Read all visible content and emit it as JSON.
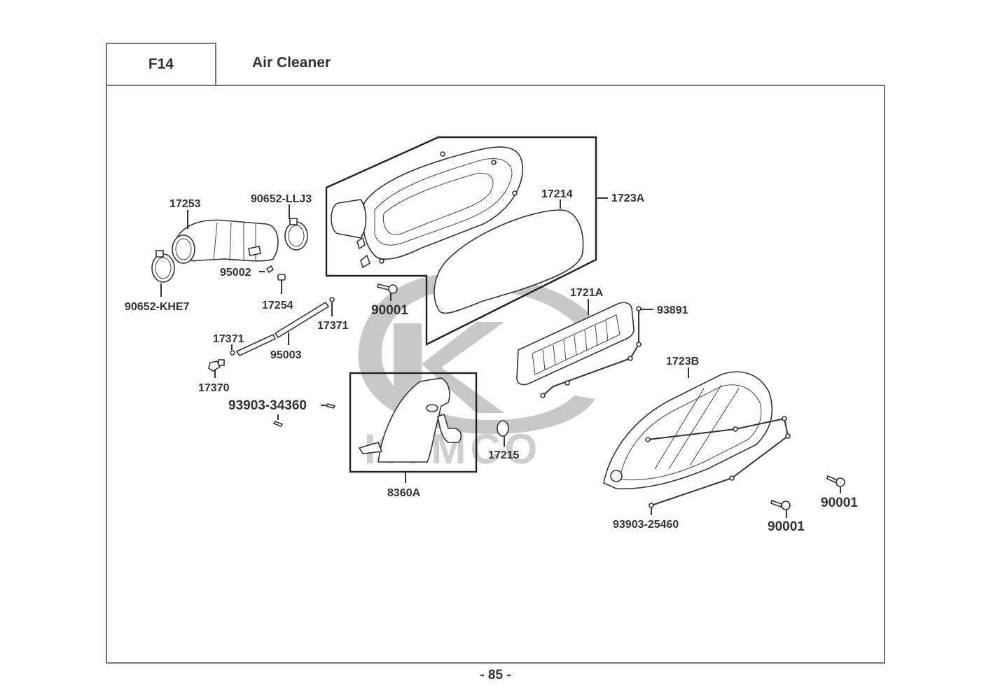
{
  "header": {
    "section_code": "F14",
    "title": "Air Cleaner"
  },
  "footer": {
    "page_number": "- 85 -"
  },
  "watermark": {
    "brand": "KYMCO",
    "color": "#c8c8c8"
  },
  "callouts": [
    {
      "id": "17253",
      "label": "17253",
      "part": "intake tube"
    },
    {
      "id": "90652-LLJ3",
      "label": "90652-LLJ3",
      "part": "hose clamp"
    },
    {
      "id": "90652-KHE7",
      "label": "90652-KHE7",
      "part": "hose clamp"
    },
    {
      "id": "95002",
      "label": "95002",
      "part": "clip"
    },
    {
      "id": "17254",
      "label": "17254",
      "part": "cap"
    },
    {
      "id": "17371-right",
      "label": "17371",
      "part": "clip"
    },
    {
      "id": "17371-left",
      "label": "17371",
      "part": "clip"
    },
    {
      "id": "95003",
      "label": "95003",
      "part": "drain tube"
    },
    {
      "id": "17370",
      "label": "17370",
      "part": "drain plug"
    },
    {
      "id": "93903-34360",
      "label": "93903-34360",
      "part": "screw"
    },
    {
      "id": "1723A",
      "label": "1723A",
      "part": "air cleaner case assembly"
    },
    {
      "id": "17214",
      "label": "17214",
      "part": "packing"
    },
    {
      "id": "90001-center",
      "label": "90001",
      "part": "bolt"
    },
    {
      "id": "1721A",
      "label": "1721A",
      "part": "air cleaner element"
    },
    {
      "id": "93891",
      "label": "93891",
      "part": "screw"
    },
    {
      "id": "1723B",
      "label": "1723B",
      "part": "air cleaner cover"
    },
    {
      "id": "8360A",
      "label": "8360A",
      "part": "air duct assembly"
    },
    {
      "id": "17215",
      "label": "17215",
      "part": "clamp"
    },
    {
      "id": "93903-25460",
      "label": "93903-25460",
      "part": "screw"
    },
    {
      "id": "90001-bottom",
      "label": "90001",
      "part": "bolt"
    },
    {
      "id": "90001-right",
      "label": "90001",
      "part": "bolt"
    }
  ]
}
